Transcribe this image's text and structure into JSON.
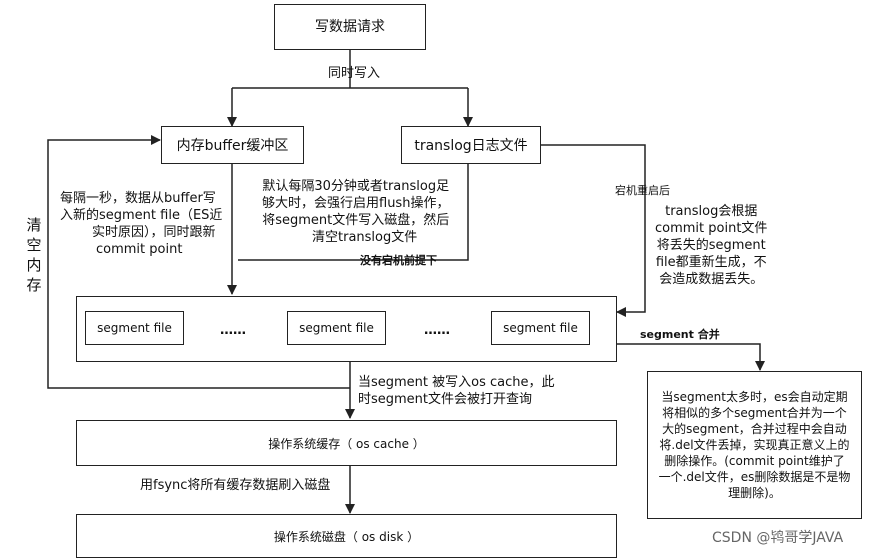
{
  "nodes": {
    "write_request": "写数据请求",
    "memory_buffer": "内存buffer缓冲区",
    "translog_file": "translog日志文件",
    "segment_file_1": "segment file",
    "segment_file_2": "segment file",
    "segment_file_3": "segment file",
    "ellipsis_1": "……",
    "ellipsis_2": "……",
    "os_cache": "操作系统缓存（ os cache ）",
    "os_disk": "操作系统磁盘（ os disk ）",
    "merge_note": [
      "当segment太多时，es会自动定期",
      "将相似的多个segment合并为一个",
      "大的segment，合并过程中会自动",
      "将.del文件丢掉，实现真正意义上的",
      "删除操作。(commit point维护了",
      "一个.del文件，es删除数据是不是物",
      "理删除)。"
    ]
  },
  "edges": {
    "write_both": "同时写入",
    "buffer_to_segment": [
      "每隔一秒，数据从buffer写",
      "入新的segment file（ES近",
      "实时原因），同时跟新",
      "commit point"
    ],
    "translog_flush": [
      "默认每隔30分钟或者translog足",
      "够大时，会强行启用flush操作，",
      "将segment文件写入磁盘，然后",
      "清空translog文件"
    ],
    "no_crash": "没有宕机前提下",
    "crash_restart": "宕机重启后",
    "translog_recover": [
      "translog会根据",
      "commit point文件",
      "将丢失的segment",
      "file都重新生成，不",
      "会造成数据丢失。"
    ],
    "segment_merge": "segment 合并",
    "to_os_cache": [
      "当segment 被写入os cache，此",
      "时segment文件会被打开查询"
    ],
    "fsync": "用fsync将所有缓存数据刷入磁盘",
    "clear_memory": "清空内存"
  },
  "watermark": "CSDN @鸨哥学JAVA"
}
